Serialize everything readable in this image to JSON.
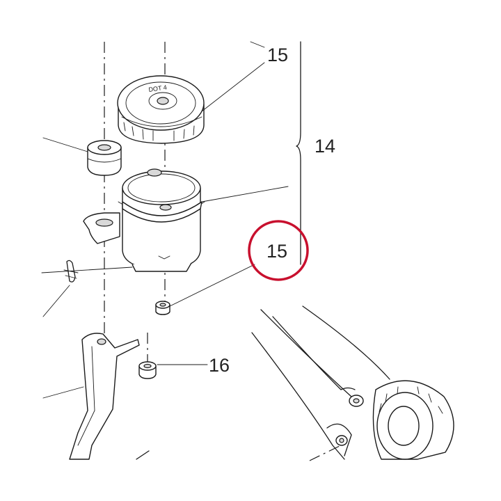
{
  "callouts": {
    "top_15": "15",
    "group_14": "14",
    "mid_15": "15",
    "nut_16": "16"
  },
  "cap_text": "DOT 4",
  "colors": {
    "line": "#1a1a1a",
    "highlight_circle": "#c8102e",
    "background": "#ffffff"
  }
}
